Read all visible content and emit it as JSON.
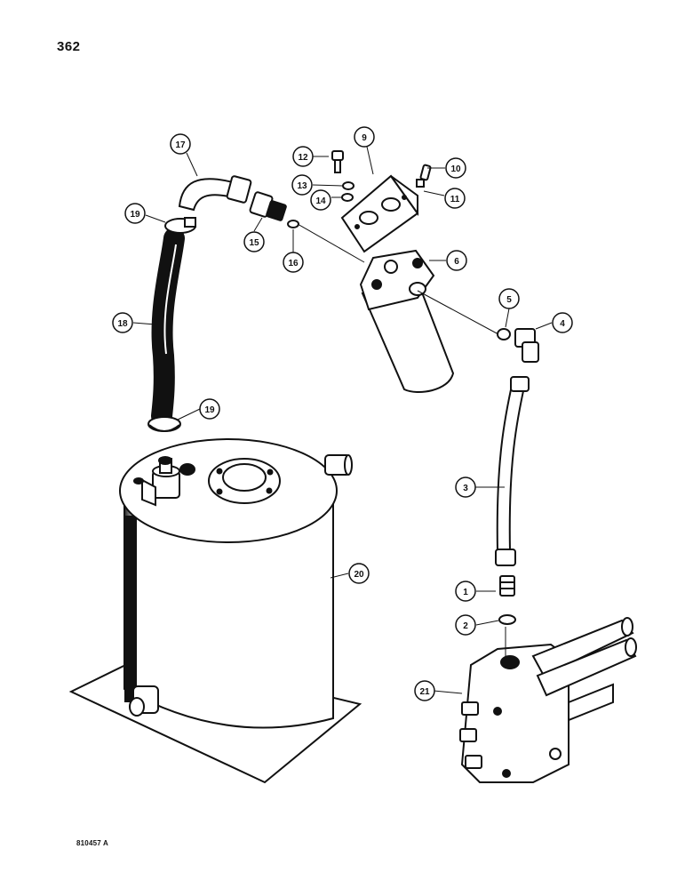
{
  "page": {
    "number": "362",
    "drawing_code": "810457 A"
  },
  "callouts": {
    "c1": "1",
    "c2": "2",
    "c3": "3",
    "c4": "4",
    "c5": "5",
    "c6": "6",
    "c9": "9",
    "c10": "10",
    "c11": "11",
    "c12": "12",
    "c13": "13",
    "c14": "14",
    "c15": "15",
    "c16": "16",
    "c17": "17",
    "c18": "18",
    "c19a": "19",
    "c19b": "19",
    "c20": "20",
    "c21": "21"
  }
}
